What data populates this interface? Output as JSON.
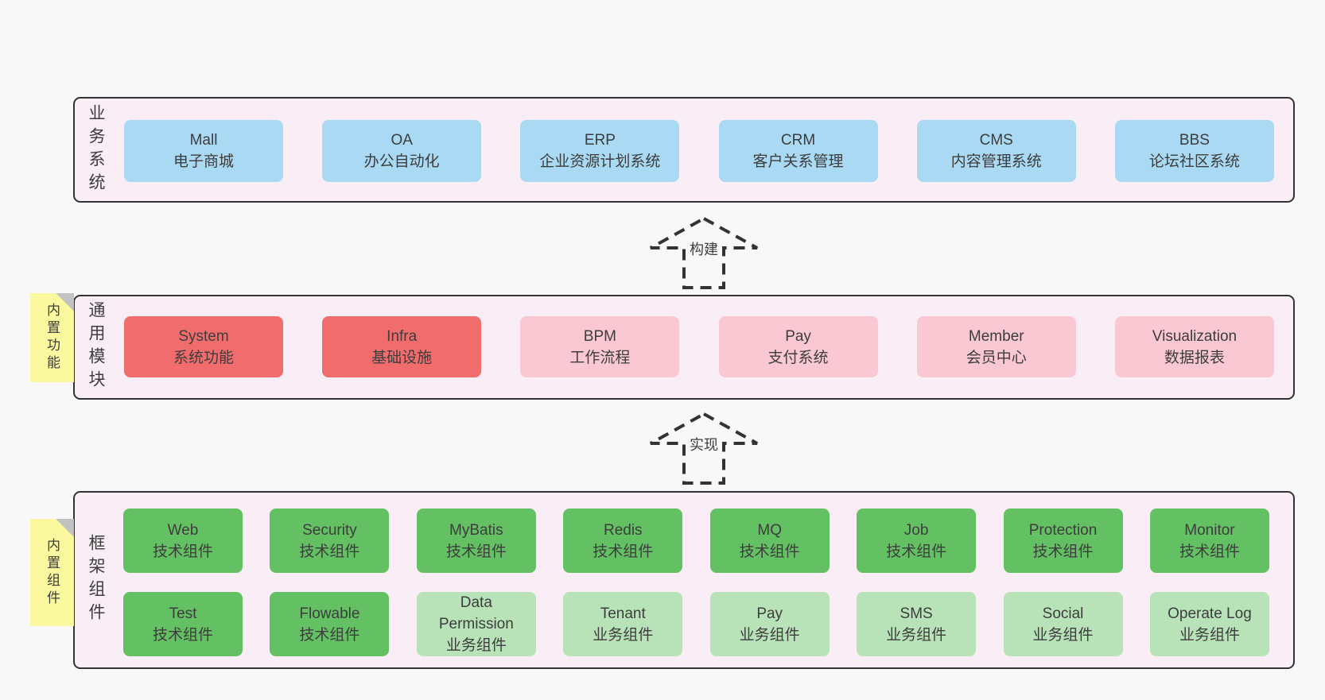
{
  "layers": {
    "business": {
      "label": "业务系统",
      "boxes": [
        {
          "name": "Mall",
          "desc": "电子商城",
          "variant": "blue"
        },
        {
          "name": "OA",
          "desc": "办公自动化",
          "variant": "blue"
        },
        {
          "name": "ERP",
          "desc": "企业资源计划系统",
          "variant": "blue"
        },
        {
          "name": "CRM",
          "desc": "客户关系管理",
          "variant": "blue"
        },
        {
          "name": "CMS",
          "desc": "内容管理系统",
          "variant": "blue"
        },
        {
          "name": "BBS",
          "desc": "论坛社区系统",
          "variant": "blue"
        }
      ]
    },
    "modules": {
      "label": "通用模块",
      "sticky": "内置功能",
      "boxes": [
        {
          "name": "System",
          "desc": "系统功能",
          "variant": "red"
        },
        {
          "name": "Infra",
          "desc": "基础设施",
          "variant": "red"
        },
        {
          "name": "BPM",
          "desc": "工作流程",
          "variant": "pink"
        },
        {
          "name": "Pay",
          "desc": "支付系统",
          "variant": "pink"
        },
        {
          "name": "Member",
          "desc": "会员中心",
          "variant": "pink"
        },
        {
          "name": "Visualization",
          "desc": "数据报表",
          "variant": "pink"
        }
      ]
    },
    "components": {
      "label": "框架组件",
      "sticky": "内置组件",
      "rows": [
        [
          {
            "name": "Web",
            "desc": "技术组件",
            "variant": "green"
          },
          {
            "name": "Security",
            "desc": "技术组件",
            "variant": "green"
          },
          {
            "name": "MyBatis",
            "desc": "技术组件",
            "variant": "green"
          },
          {
            "name": "Redis",
            "desc": "技术组件",
            "variant": "green"
          },
          {
            "name": "MQ",
            "desc": "技术组件",
            "variant": "green"
          },
          {
            "name": "Job",
            "desc": "技术组件",
            "variant": "green"
          },
          {
            "name": "Protection",
            "desc": "技术组件",
            "variant": "green"
          },
          {
            "name": "Monitor",
            "desc": "技术组件",
            "variant": "green"
          }
        ],
        [
          {
            "name": "Test",
            "desc": "技术组件",
            "variant": "green"
          },
          {
            "name": "Flowable",
            "desc": "技术组件",
            "variant": "green"
          },
          {
            "name": "Data Permission",
            "desc": "业务组件",
            "variant": "green-light"
          },
          {
            "name": "Tenant",
            "desc": "业务组件",
            "variant": "green-light"
          },
          {
            "name": "Pay",
            "desc": "业务组件",
            "variant": "green-light"
          },
          {
            "name": "SMS",
            "desc": "业务组件",
            "variant": "green-light"
          },
          {
            "name": "Social",
            "desc": "业务组件",
            "variant": "green-light"
          },
          {
            "name": "Operate Log",
            "desc": "业务组件",
            "variant": "green-light"
          }
        ]
      ]
    }
  },
  "arrows": [
    {
      "label": "构建"
    },
    {
      "label": "实现"
    }
  ],
  "colors": {
    "page_bg": "#f8f8f8",
    "section_bg": "#f9edf6",
    "section_border": "#333333",
    "blue_box": "#a9d9f3",
    "red_box": "#f16c6c",
    "pink_box": "#fac8d3",
    "green_box": "#63c063",
    "green_light_box": "#b8e3b8",
    "sticky_bg": "#fbf9a0",
    "sticky_fold": "#c2c2c2",
    "text": "#3d3d3d"
  }
}
